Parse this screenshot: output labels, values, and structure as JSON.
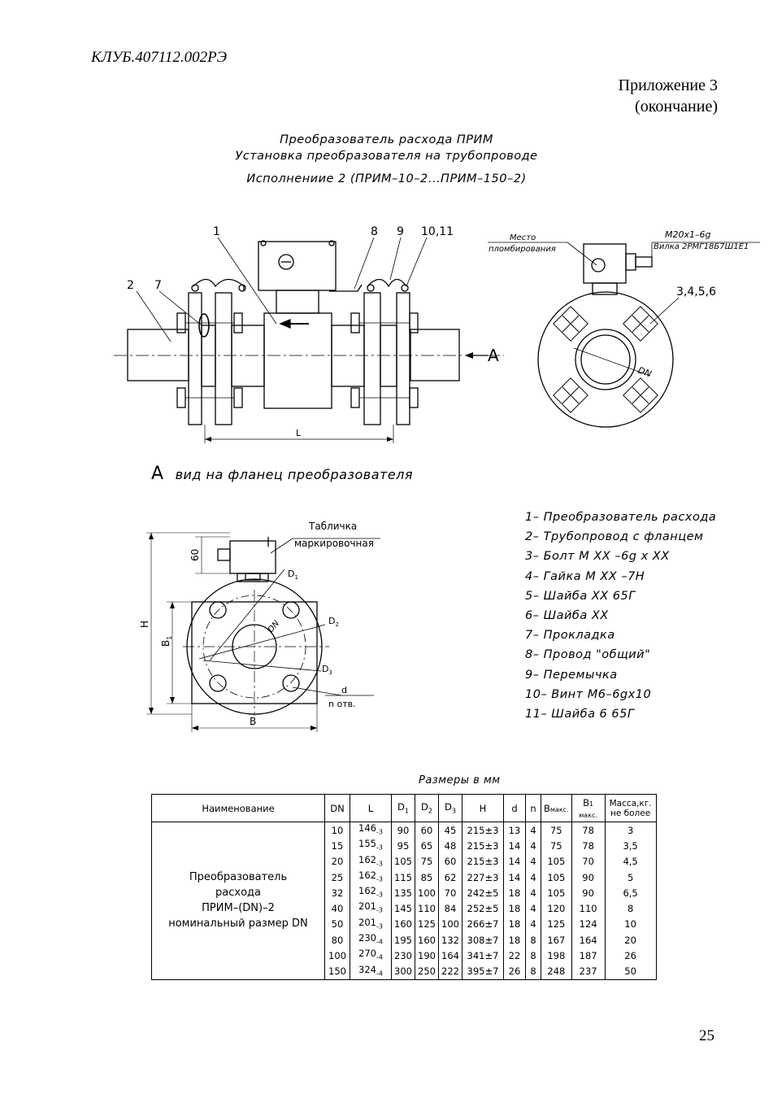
{
  "header": {
    "doc_code": "КЛУБ.407112.002РЭ",
    "appendix_line1": "Приложение 3",
    "appendix_line2": "(окончание)"
  },
  "title": {
    "line1": "Преобразователь расхода ПРИМ",
    "line2": "Установка преобразователя на трубопроводе",
    "line3": "Исполнениие 2 (ПРИМ–10–2...ПРИМ–150–2)"
  },
  "drawing_labels": {
    "item1": "1",
    "item2": "2",
    "item7": "7",
    "item8": "8",
    "item9": "9",
    "item10_11": "10,11",
    "dim_L": "L",
    "arrow_A": "A",
    "seal_place_1": "Место",
    "seal_place_2": "пломбирования",
    "thread": "М20х1–6g",
    "plug": "Вилка 2РМГ18Б7Ш1Е1",
    "items_3_6": "3,4,5,6",
    "dn": "DN",
    "plate_1": "Табличка",
    "plate_2": "маркировочная",
    "dim_60": "60",
    "dim_H": "H",
    "dim_B1": "B",
    "dim_B": "B",
    "dim_D1": "D",
    "dim_D2": "D",
    "dim_D3": "D",
    "dim_d": "d",
    "holes": "n отв."
  },
  "view_label": {
    "letter": "A",
    "text": "вид на фланец преобразователя"
  },
  "legend": [
    "1– Преобразователь расхода",
    "2– Трубопровод с фланцем",
    "3– Болт М ХХ –6g х ХХ",
    "4– Гайка М ХХ –7Н",
    "5– Шайба ХХ 65Г",
    "6– Шайба ХХ",
    "7– Прокладка",
    "8– Провод \"общий\"",
    "9– Перемычка",
    "10– Винт М6–6gх10",
    "11– Шайба 6 65Г"
  ],
  "table": {
    "caption": "Размеры в мм",
    "headers": [
      "Наименование",
      "DN",
      "L",
      "D1",
      "D2",
      "D3",
      "H",
      "d",
      "n",
      "Bмакс.",
      "B1 макс.",
      "Масса,кг. не более"
    ],
    "name_lines": [
      "Преобразователь",
      "расхода",
      "ПРИМ–(DN)–2",
      "номинальный размер DN"
    ],
    "rows": [
      {
        "dn": "10",
        "l": "146",
        "tol": "-3",
        "d1": "90",
        "d2": "60",
        "d3": "45",
        "h": "215±3",
        "d": "13",
        "n": "4",
        "b": "75",
        "b1": "78",
        "m": "3"
      },
      {
        "dn": "15",
        "l": "155",
        "tol": "-3",
        "d1": "95",
        "d2": "65",
        "d3": "48",
        "h": "215±3",
        "d": "14",
        "n": "4",
        "b": "75",
        "b1": "78",
        "m": "3,5"
      },
      {
        "dn": "20",
        "l": "162",
        "tol": "-3",
        "d1": "105",
        "d2": "75",
        "d3": "60",
        "h": "215±3",
        "d": "14",
        "n": "4",
        "b": "105",
        "b1": "70",
        "m": "4,5"
      },
      {
        "dn": "25",
        "l": "162",
        "tol": "-3",
        "d1": "115",
        "d2": "85",
        "d3": "62",
        "h": "227±3",
        "d": "14",
        "n": "4",
        "b": "105",
        "b1": "90",
        "m": "5"
      },
      {
        "dn": "32",
        "l": "162",
        "tol": "-3",
        "d1": "135",
        "d2": "100",
        "d3": "70",
        "h": "242±5",
        "d": "18",
        "n": "4",
        "b": "105",
        "b1": "90",
        "m": "6,5"
      },
      {
        "dn": "40",
        "l": "201",
        "tol": "-3",
        "d1": "145",
        "d2": "110",
        "d3": "84",
        "h": "252±5",
        "d": "18",
        "n": "4",
        "b": "120",
        "b1": "110",
        "m": "8"
      },
      {
        "dn": "50",
        "l": "201",
        "tol": "-3",
        "d1": "160",
        "d2": "125",
        "d3": "100",
        "h": "266±7",
        "d": "18",
        "n": "4",
        "b": "125",
        "b1": "124",
        "m": "10"
      },
      {
        "dn": "80",
        "l": "230",
        "tol": "-4",
        "d1": "195",
        "d2": "160",
        "d3": "132",
        "h": "308±7",
        "d": "18",
        "n": "8",
        "b": "167",
        "b1": "164",
        "m": "20"
      },
      {
        "dn": "100",
        "l": "270",
        "tol": "-4",
        "d1": "230",
        "d2": "190",
        "d3": "164",
        "h": "341±7",
        "d": "22",
        "n": "8",
        "b": "198",
        "b1": "187",
        "m": "26"
      },
      {
        "dn": "150",
        "l": "324",
        "tol": "-4",
        "d1": "300",
        "d2": "250",
        "d3": "222",
        "h": "395±7",
        "d": "26",
        "n": "8",
        "b": "248",
        "b1": "237",
        "m": "50"
      }
    ]
  },
  "page_number": "25"
}
